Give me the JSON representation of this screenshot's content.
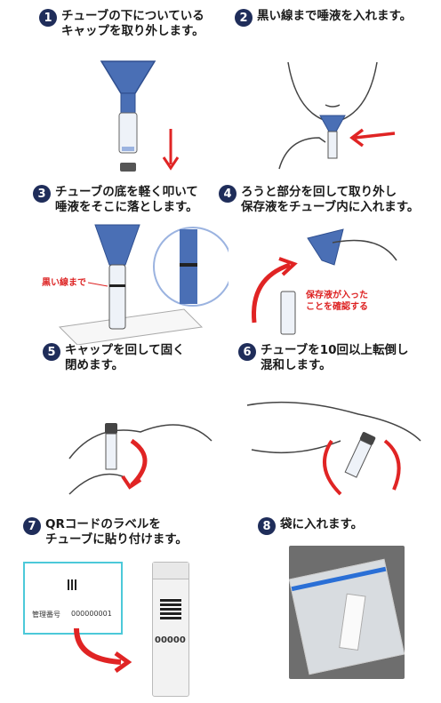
{
  "steps": [
    {
      "num": "1",
      "text": "チューブの下についている\nキャップを取り外します。"
    },
    {
      "num": "2",
      "text": "黒い線まで唾液を入れます。"
    },
    {
      "num": "3",
      "text": "チューブの底を軽く叩いて\n唾液をそこに落とします。"
    },
    {
      "num": "4",
      "text": "ろうと部分を回して取り外し\n保存液をチューブ内に入れます。"
    },
    {
      "num": "5",
      "text": "キャップを回して固く\n閉めます。"
    },
    {
      "num": "6",
      "text": "チューブを10回以上転倒し\n混和します。"
    },
    {
      "num": "7",
      "text": "QRコードのラベルを\nチューブに貼り付けます。"
    },
    {
      "num": "8",
      "text": "袋に入れます。"
    }
  ],
  "annotations": {
    "black_line": "黒い線まで",
    "check_liquid": "保存液が入った\nことを確認する"
  },
  "label_card": {
    "mgmt_label": "管理番号",
    "mgmt_number": "000000001",
    "tube_number": "00000"
  },
  "colors": {
    "badge": "#1f2d5a",
    "arrow": "#e02424",
    "tube_blue": "#4a6fb5"
  }
}
